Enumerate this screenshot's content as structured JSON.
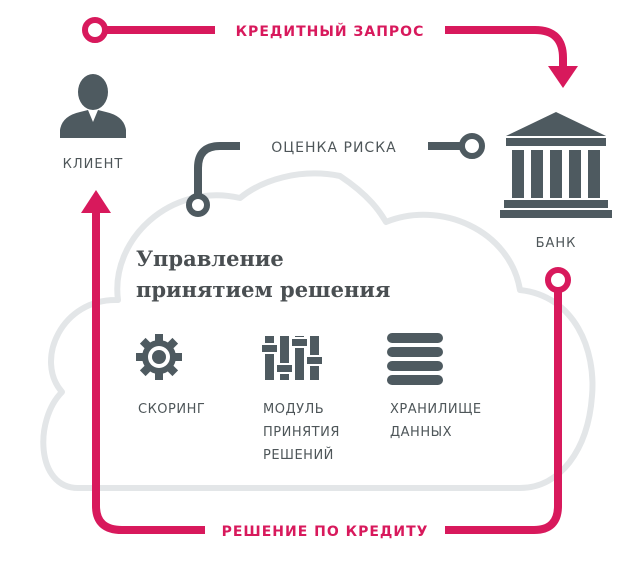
{
  "flow": {
    "credit_request": "КРЕДИТНЫЙ ЗАПРОС",
    "risk_assessment": "ОЦЕНКА РИСКА",
    "credit_decision": "РЕШЕНИЕ ПО КРЕДИТУ"
  },
  "actors": {
    "client": "КЛИЕНТ",
    "bank": "БАНК"
  },
  "cloud": {
    "title_line1": "Управление",
    "title_line2": "принятием решения",
    "components": [
      {
        "icon": "gear-icon",
        "lines": [
          "СКОРИНГ"
        ]
      },
      {
        "icon": "sliders-icon",
        "lines": [
          "МОДУЛЬ",
          "ПРИНЯТИЯ",
          "РЕШЕНИЙ"
        ]
      },
      {
        "icon": "database-icon",
        "lines": [
          "ХРАНИЛИЩЕ",
          "ДАННЫХ"
        ]
      }
    ]
  },
  "colors": {
    "accent": "#d8195c",
    "icon": "#4e5a60",
    "cloud_outline": "#e3e6e8",
    "text": "#4e5659"
  }
}
